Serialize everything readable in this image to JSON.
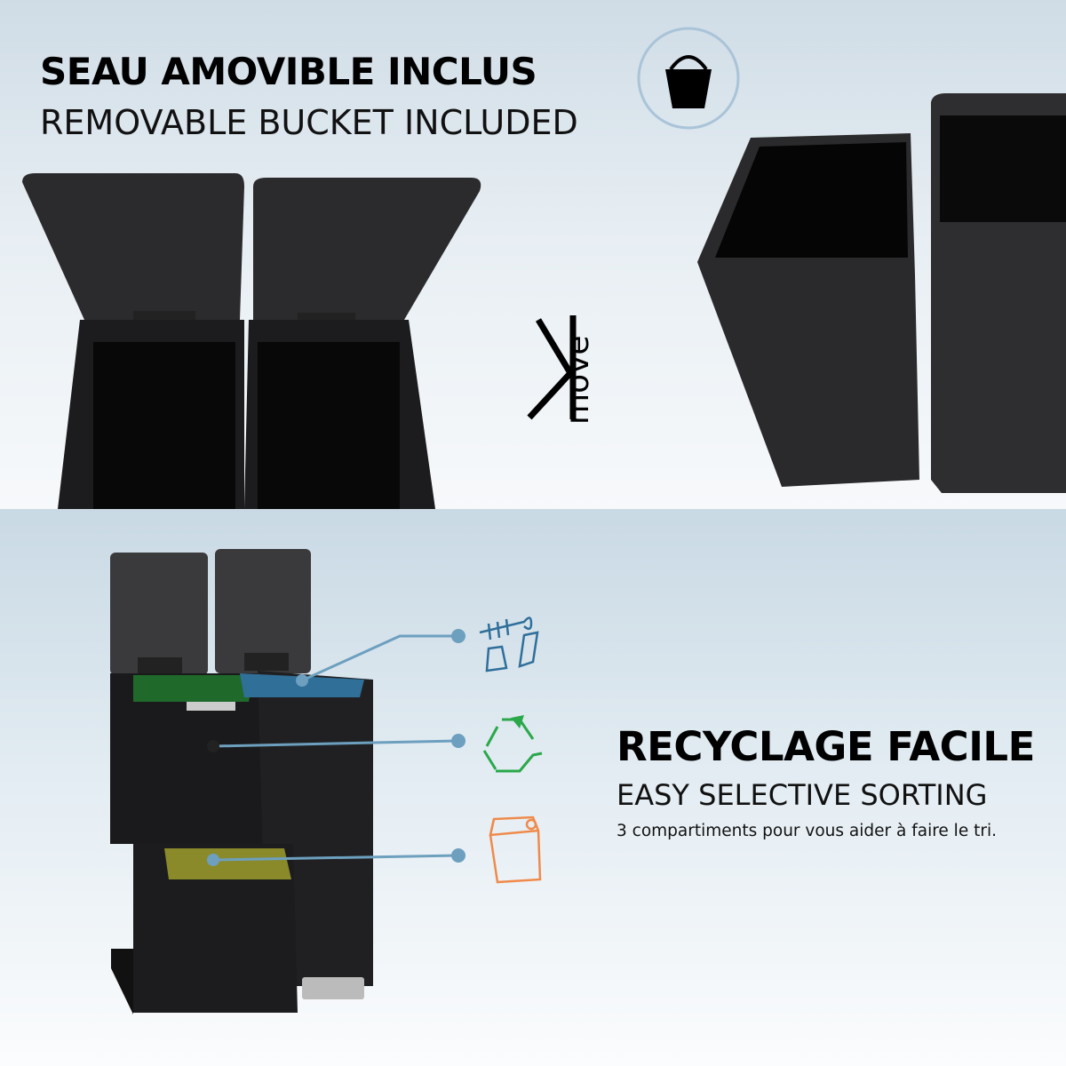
{
  "top": {
    "title_fr": "SEAU AMOVIBLE INCLUS",
    "title_en": "REMOVABLE BUCKET INCLUDED",
    "badge_icon": "bucket-icon",
    "logo": "Kmove"
  },
  "bottom": {
    "title_fr": "RECYCLAGE FACILE",
    "title_en": "EASY SELECTIVE SORTING",
    "description": "3 compartiments pour vous aider à faire le tri.",
    "compartments": [
      {
        "icon": "organic-waste-icon",
        "color": "#2f6f9a"
      },
      {
        "icon": "recycle-icon",
        "color": "#2aa84a"
      },
      {
        "icon": "paper-bag-icon",
        "color": "#f08a4b"
      }
    ],
    "bin_colors": {
      "green": "#1f6a2a",
      "blue": "#2f6f98",
      "yellow": "#8a8a2a"
    },
    "callout_color": "#6d9fbf"
  }
}
